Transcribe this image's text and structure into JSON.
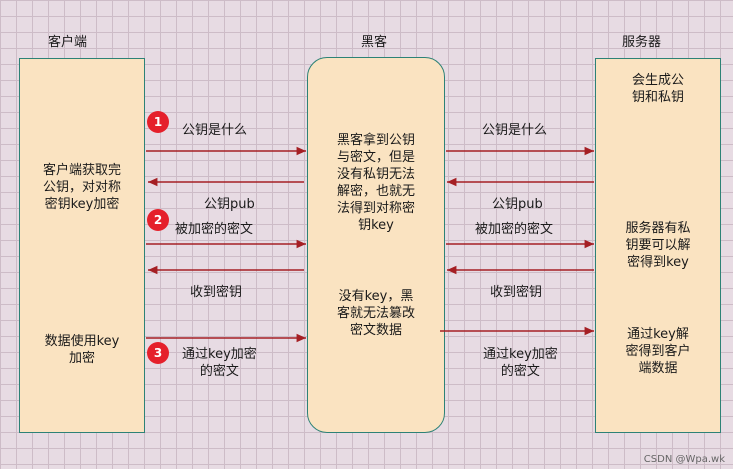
{
  "headers": {
    "client": "客户端",
    "hacker": "黑客",
    "server": "服务器"
  },
  "client": {
    "block1": "客户端获取完\n公钥，对对称\n密钥key加密",
    "block2": "数据使用key\n加密"
  },
  "hacker": {
    "block1": "黑客拿到公钥\n与密文，但是\n没有私钥无法\n解密，也就无\n法得到对称密\n钥key",
    "block2": "没有key，黑\n客就无法篡改\n密文数据"
  },
  "server": {
    "block1": "会生成公\n钥和私钥",
    "block2": "服务器有私\n钥要可以解\n密得到key",
    "block3": "通过key解\n密得到客户\n端数据"
  },
  "steps": [
    "1",
    "2",
    "3"
  ],
  "left_labels": {
    "ask_pubkey": "公钥是什么",
    "pubkey": "公钥pub",
    "encrypted": "被加密的密文",
    "received": "收到密钥",
    "key_encrypted": "通过key加密\n的密文"
  },
  "right_labels": {
    "ask_pubkey": "公钥是什么",
    "pubkey": "公钥pub",
    "encrypted": "被加密的密文",
    "received": "收到密钥",
    "key_encrypted": "通过key加密\n的密文"
  },
  "colors": {
    "box_fill": "#fae3c1",
    "box_border": "#2d8276",
    "arrow": "#a51f24",
    "badge": "#e5202b"
  },
  "watermark": "CSDN @Wpa.wk"
}
